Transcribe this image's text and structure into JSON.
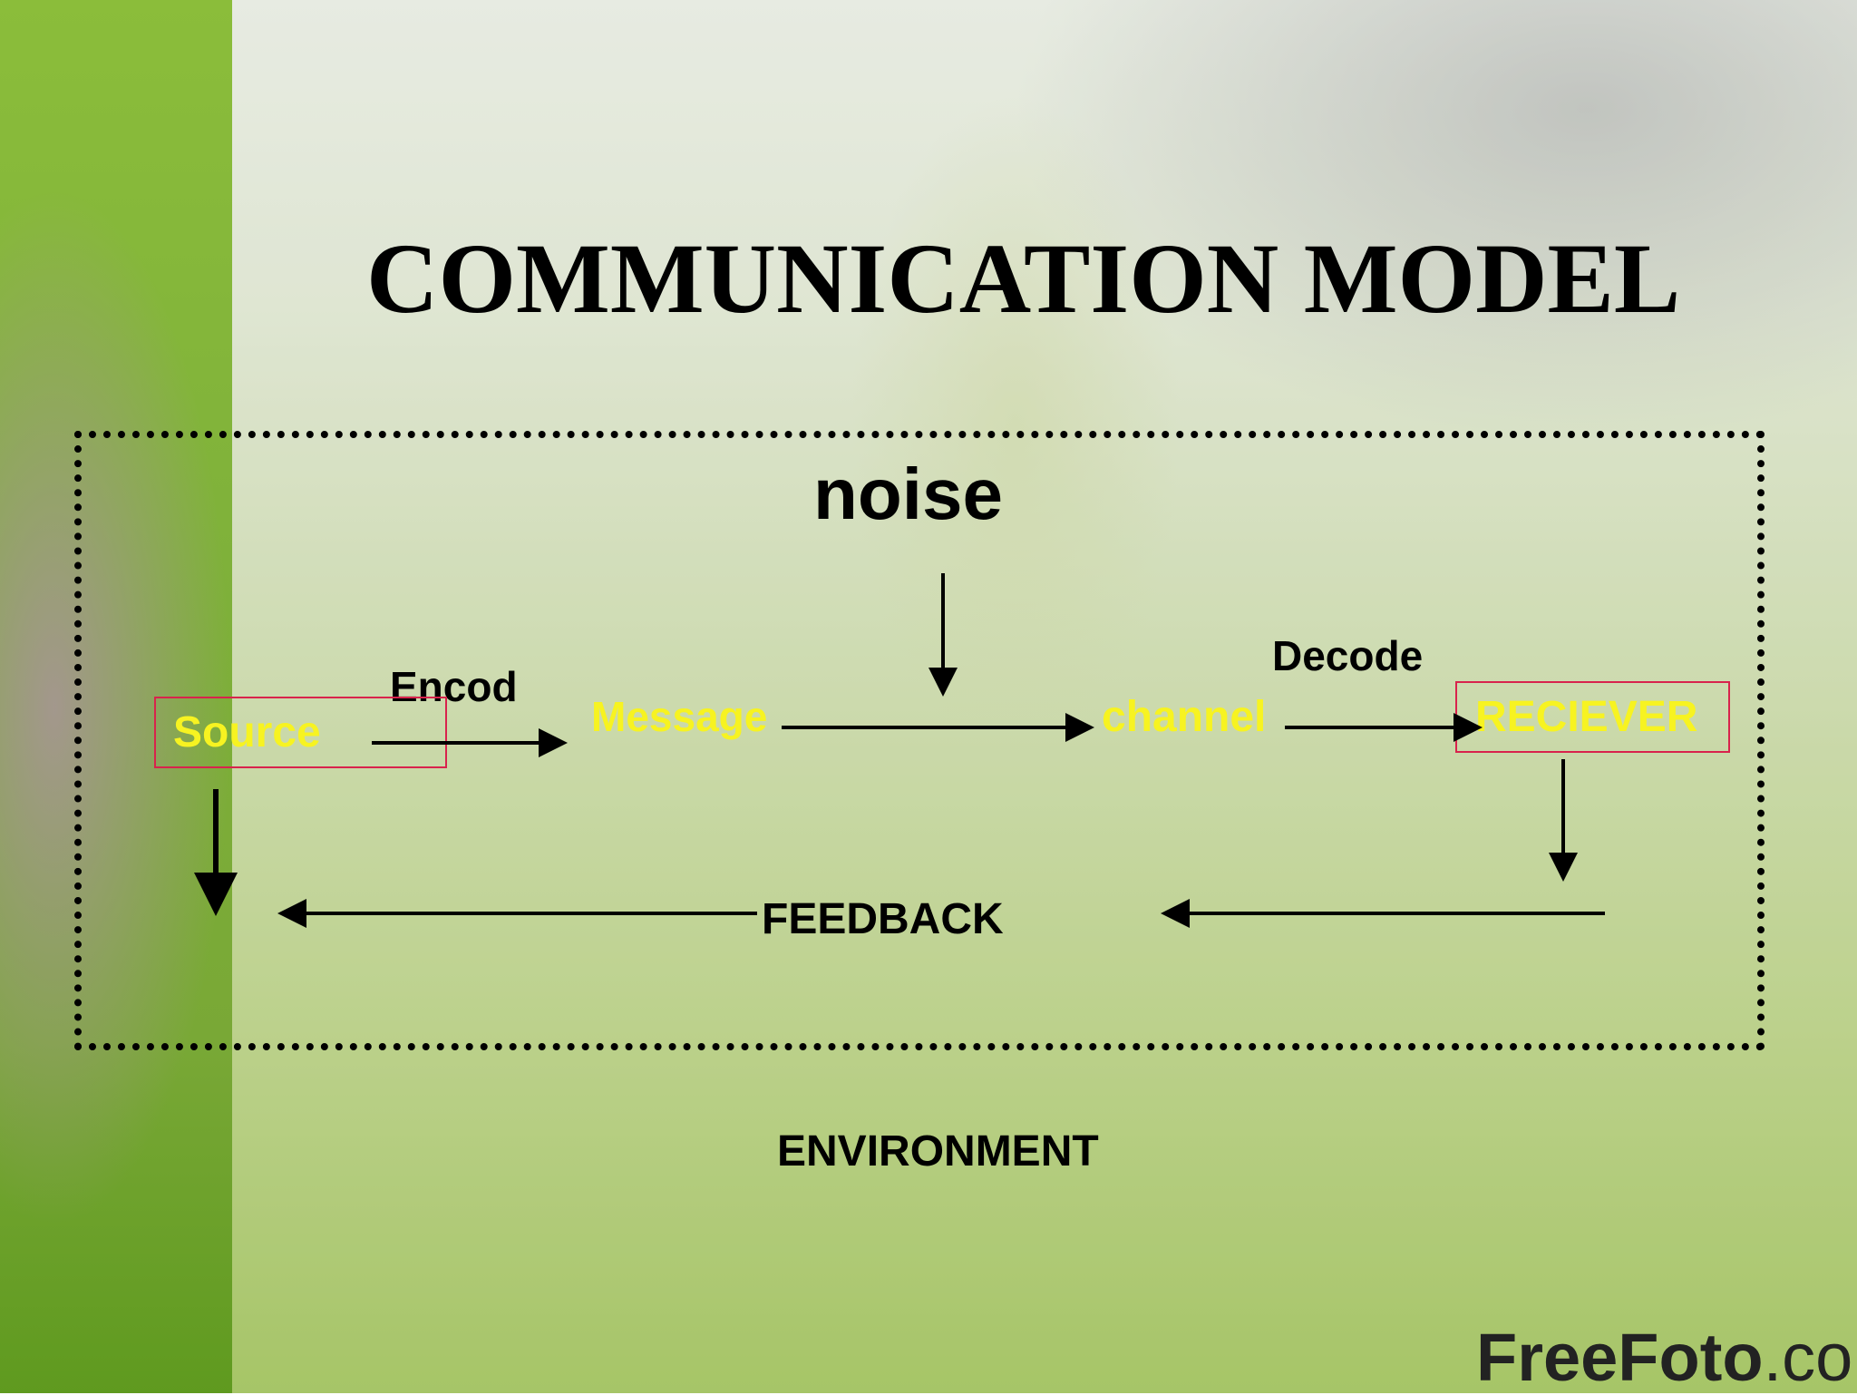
{
  "slide": {
    "title": "COMMUNICATION MODEL",
    "watermark": "FreeFoto.com"
  },
  "diagram": {
    "noise": "noise",
    "encode": "Encod",
    "decode": "Decode",
    "source": "Source",
    "message": "Message",
    "channel": "channel",
    "receiver": "RECIEVER",
    "feedback": "FEEDBACK",
    "environment": "ENVIRONMENT"
  },
  "colors": {
    "node_text": "#f7f321",
    "node_border": "#d8234c",
    "arrow": "#000000"
  }
}
